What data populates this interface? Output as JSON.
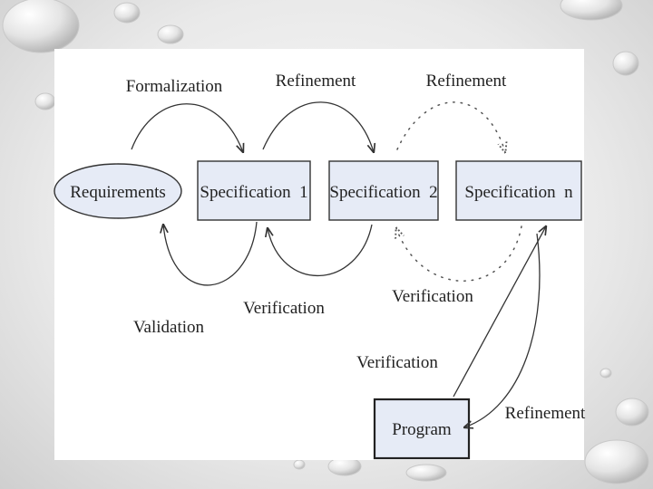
{
  "diagram": {
    "nodes": {
      "requirements": "Requirements",
      "spec1": "Specification  1",
      "spec2": "Specification  2",
      "specn": "Specification  n",
      "program": "Program"
    },
    "edges": {
      "formalization": "Formalization",
      "refinement_1_2": "Refinement",
      "refinement_2_n": "Refinement",
      "validation": "Validation",
      "verification_2_1": "Verification",
      "verification_n_2": "Verification",
      "verification_program": "Verification",
      "refinement_program": "Refinement"
    }
  },
  "colors": {
    "node_fill": "#e6ebf6",
    "stroke": "#333333",
    "panel": "#ffffff"
  }
}
